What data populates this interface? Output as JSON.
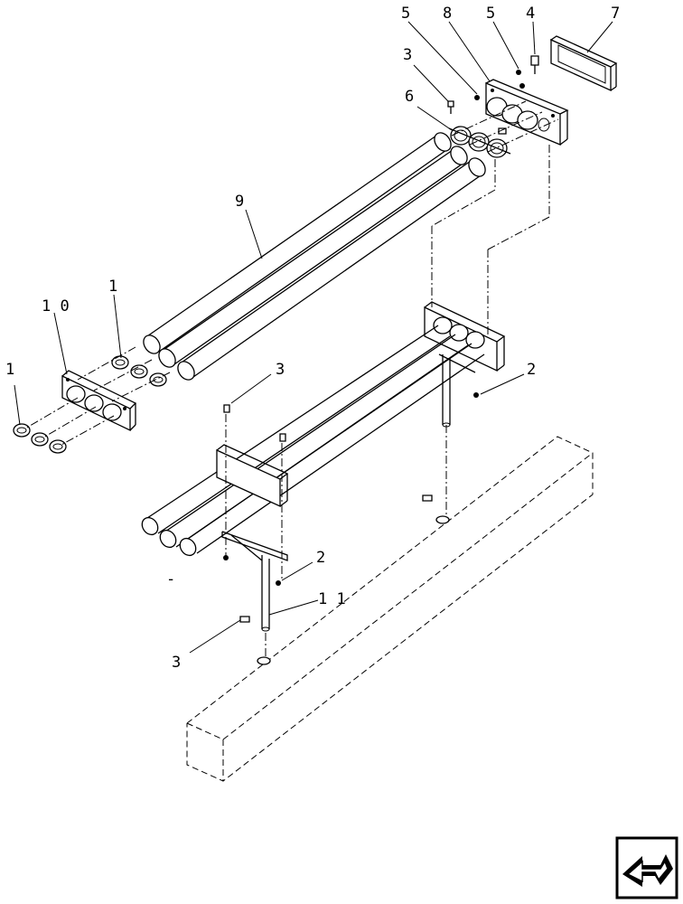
{
  "diagram": {
    "callouts": {
      "c5a": "5",
      "c8": "8",
      "c5b": "5",
      "c4": "4",
      "c7": "7",
      "c3a": "3",
      "c6": "6",
      "c9": "9",
      "c1a": "1",
      "c10": "1 0",
      "c1b": "1",
      "c3b": "3",
      "c2a": "2",
      "c2b": "2",
      "c11": "1 1",
      "c3c": "3"
    }
  },
  "navigation": {
    "next_icon": "arrow-next-icon"
  }
}
